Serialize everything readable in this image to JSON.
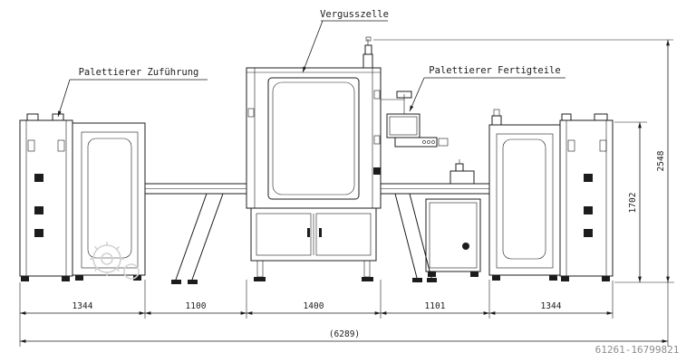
{
  "drawing": {
    "callouts": {
      "vergusszelle": "Vergusszelle",
      "palettierer_zufuehrung": "Palettierer Zuführung",
      "palettierer_fertigteile": "Palettierer Fertigteile"
    },
    "dimensions": {
      "bottom_chain": [
        "1344",
        "1100",
        "1400",
        "1101",
        "1344"
      ],
      "total_width": "(6289)",
      "height_overall": "2548",
      "height_partial": "1702"
    },
    "watermark_id": "61261-16799821",
    "colors": {
      "line": "#1c1c1c",
      "gear_watermark": "#d2d2d2",
      "id_text": "#8c8c8c"
    }
  }
}
